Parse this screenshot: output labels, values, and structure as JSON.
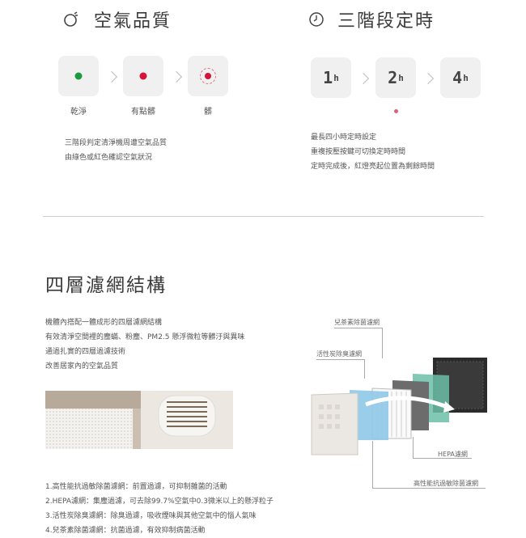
{
  "air_quality": {
    "title": "空氣品質",
    "icon": "face-icon",
    "levels": [
      {
        "label": "乾淨",
        "color": "#1a9a3c"
      },
      {
        "label": "有點髒",
        "color": "#d4143a"
      },
      {
        "label": "髒",
        "color": "#d4143a"
      }
    ],
    "desc": [
      "三階段判定清淨機周遭空氣品質",
      "由綠色或紅色確認空氣狀況"
    ]
  },
  "timer": {
    "title": "三階段定時",
    "icon": "clock-icon",
    "options": [
      {
        "num": "1",
        "unit": "h"
      },
      {
        "num": "2",
        "unit": "h"
      },
      {
        "num": "4",
        "unit": "h"
      }
    ],
    "indicator_color": "#e0607a",
    "desc": [
      "最長四小時定時設定",
      "重複按壓按鍵可切換定時時間",
      "定時完成後，紅燈亮起位置為剩餘時間"
    ]
  },
  "filter": {
    "title": "四層濾網結構",
    "intro": [
      "機體內搭配一體成形的四層濾網結構",
      "有效清淨空間裡的塵蟎、粉塵、PM2.5 懸浮微粒等髒汙與異味",
      "通過扎實的四層過濾技術",
      "改善居家內的空氣品質"
    ],
    "callouts": {
      "catechin": "兒茶素除菌濾網",
      "carbon": "活性炭除臭濾網",
      "hepa": "HEPA濾網",
      "antibac": "高性能抗過敏除菌濾網"
    },
    "list": [
      "1.高性能抗過敏除菌濾網：前置過濾，可抑制雜菌的活動",
      "2.HEPA濾網：集塵過濾，可去除99.7%空氣中0.3微米以上的懸浮粒子",
      "3.活性炭除臭濾網：除臭過濾，吸收煙味與其他空氣中的惱人氣味",
      "4.兒茶素除菌濾網：抗菌過濾，有效抑制病菌活動"
    ]
  }
}
